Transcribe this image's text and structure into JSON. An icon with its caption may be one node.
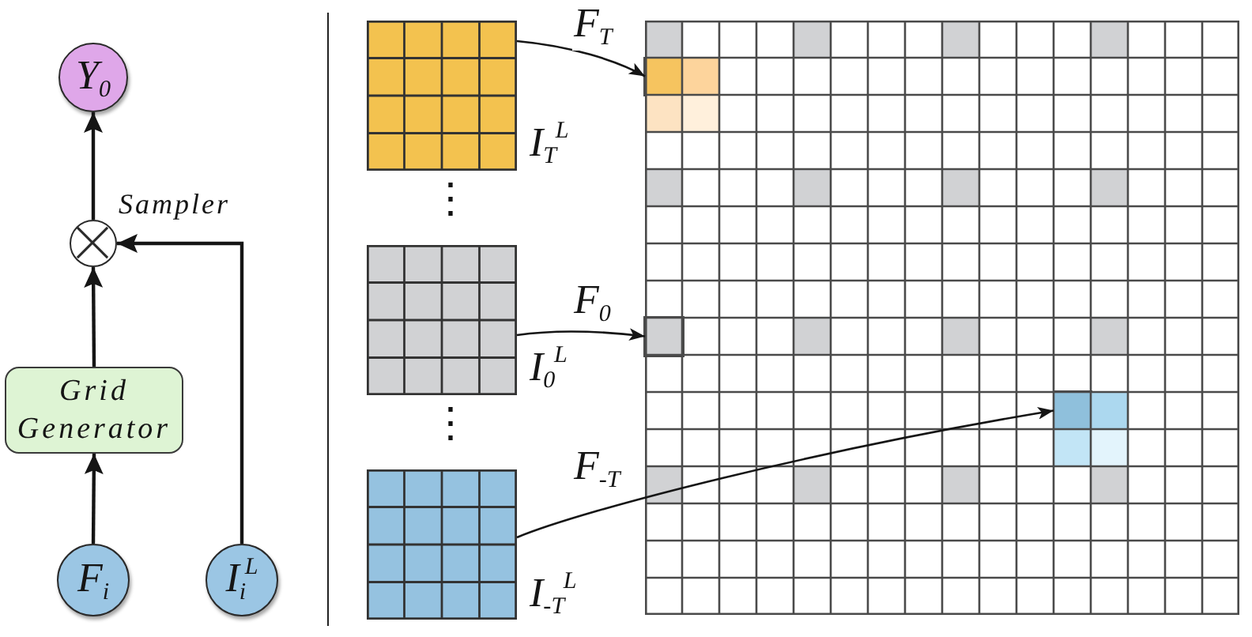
{
  "diagram": {
    "nodes": [
      {
        "text": [
          "Y$_{0}$"
        ]
      },
      {
        "text": [],
        "shape": "circle",
        "beside": [
          "Sampler"
        ]
      },
      {
        "text": [
          "Grid Generator"
        ]
      },
      {
        "text": [
          "F$_{i}$"
        ]
      },
      {
        "text": [
          "I$_{i}$$^{L}$"
        ]
      },
      {
        "text": [],
        "shape": "grid",
        "beside": [
          "I$_{T}$$^{L}$"
        ]
      },
      {
        "text": [],
        "shape": "grid",
        "beside": [
          "I$_{0}$$^{L}$"
        ]
      },
      {
        "text": [],
        "shape": "grid",
        "beside": [
          "I$_{-T}$$^{L}$"
        ]
      },
      {
        "text": [],
        "shape": "grid"
      },
      {
        "text": [],
        "shape": "box",
        "in": 8
      },
      {
        "text": [],
        "shape": "box",
        "in": 8
      },
      {
        "text": [],
        "shape": "box",
        "in": 8
      }
    ],
    "edges": [
      {
        "from": 3,
        "to": 2,
        "arrow": "to"
      },
      {
        "from": 2,
        "to": 1,
        "arrow": "to"
      },
      {
        "from": 4,
        "to": 1,
        "arrow": "to"
      },
      {
        "from": 1,
        "to": 0,
        "arrow": "to"
      },
      {
        "from": 5,
        "to": 9,
        "arrow": "to",
        "label": "F$_{T}$"
      },
      {
        "from": 6,
        "to": 10,
        "arrow": "to",
        "label": "F$_{0}$"
      },
      {
        "from": 7,
        "to": 11,
        "arrow": "to",
        "label": "F$_{-T}$"
      }
    ],
    "labels": [
      "⋮",
      "⋮"
    ]
  }
}
